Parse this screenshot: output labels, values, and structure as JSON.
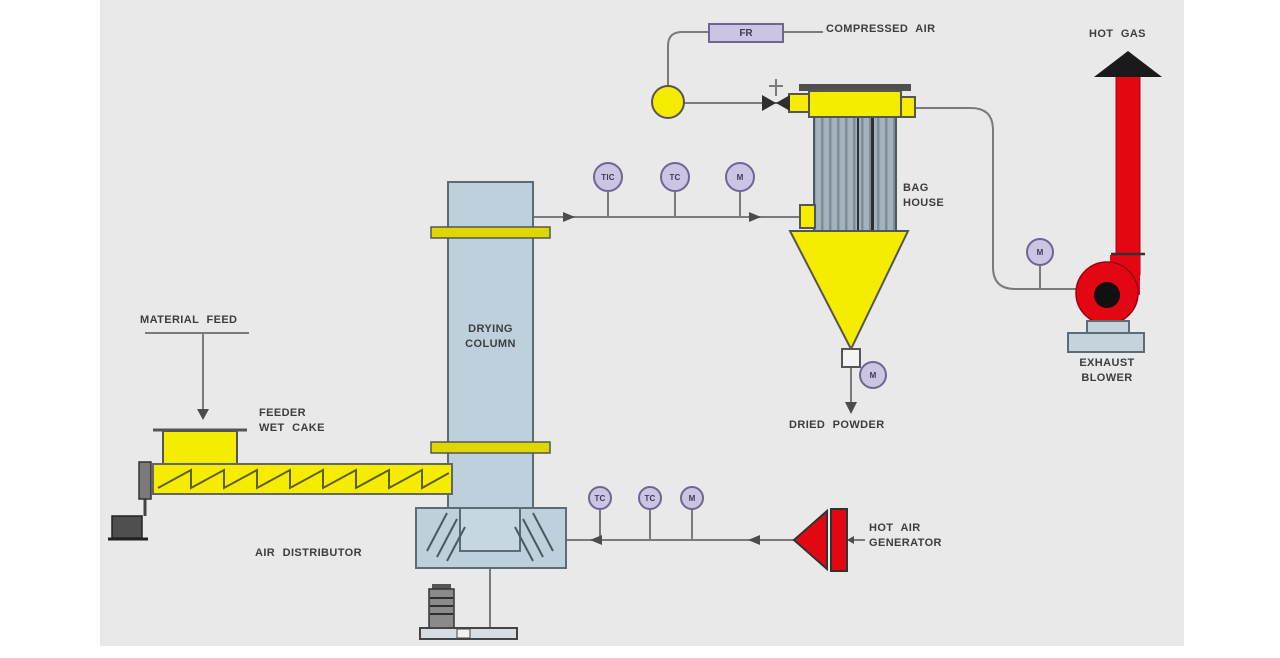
{
  "diagram": {
    "type": "process-flow-diagram",
    "labels": {
      "material_feed": "MATERIAL FEED",
      "feeder_line1": "FEEDER",
      "feeder_line2": "WET CAKE",
      "drying_column_line1": "DRYING",
      "drying_column_line2": "COLUMN",
      "air_distributor": "AIR DISTRIBUTOR",
      "bag_house_line1": "BAG",
      "bag_house_line2": "HOUSE",
      "dried_powder": "DRIED POWDER",
      "compressed_air": "COMPRESSED AIR",
      "hot_gas": "HOT GAS",
      "exhaust_blower_line1": "EXHAUST",
      "exhaust_blower_line2": "BLOWER",
      "hot_air_generator_line1": "HOT AIR",
      "hot_air_generator_line2": "GENERATOR"
    },
    "instruments": {
      "flow_recorder": "FR",
      "column_outlet_row": [
        "TIC",
        "TC",
        "M"
      ],
      "hot_air_inlet_row": [
        "TC",
        "TC",
        "M"
      ],
      "powder_discharge_motor": "M",
      "exhaust_blower_motor": "M"
    },
    "colors": {
      "background": "#e9e9e9",
      "equipment_blue": "#bdd0dc",
      "process_yellow": "#f6ec00",
      "hot_red": "#e30613",
      "instrument_lavender": "#cbc4e2",
      "line_gray": "#7b7b7b"
    }
  }
}
